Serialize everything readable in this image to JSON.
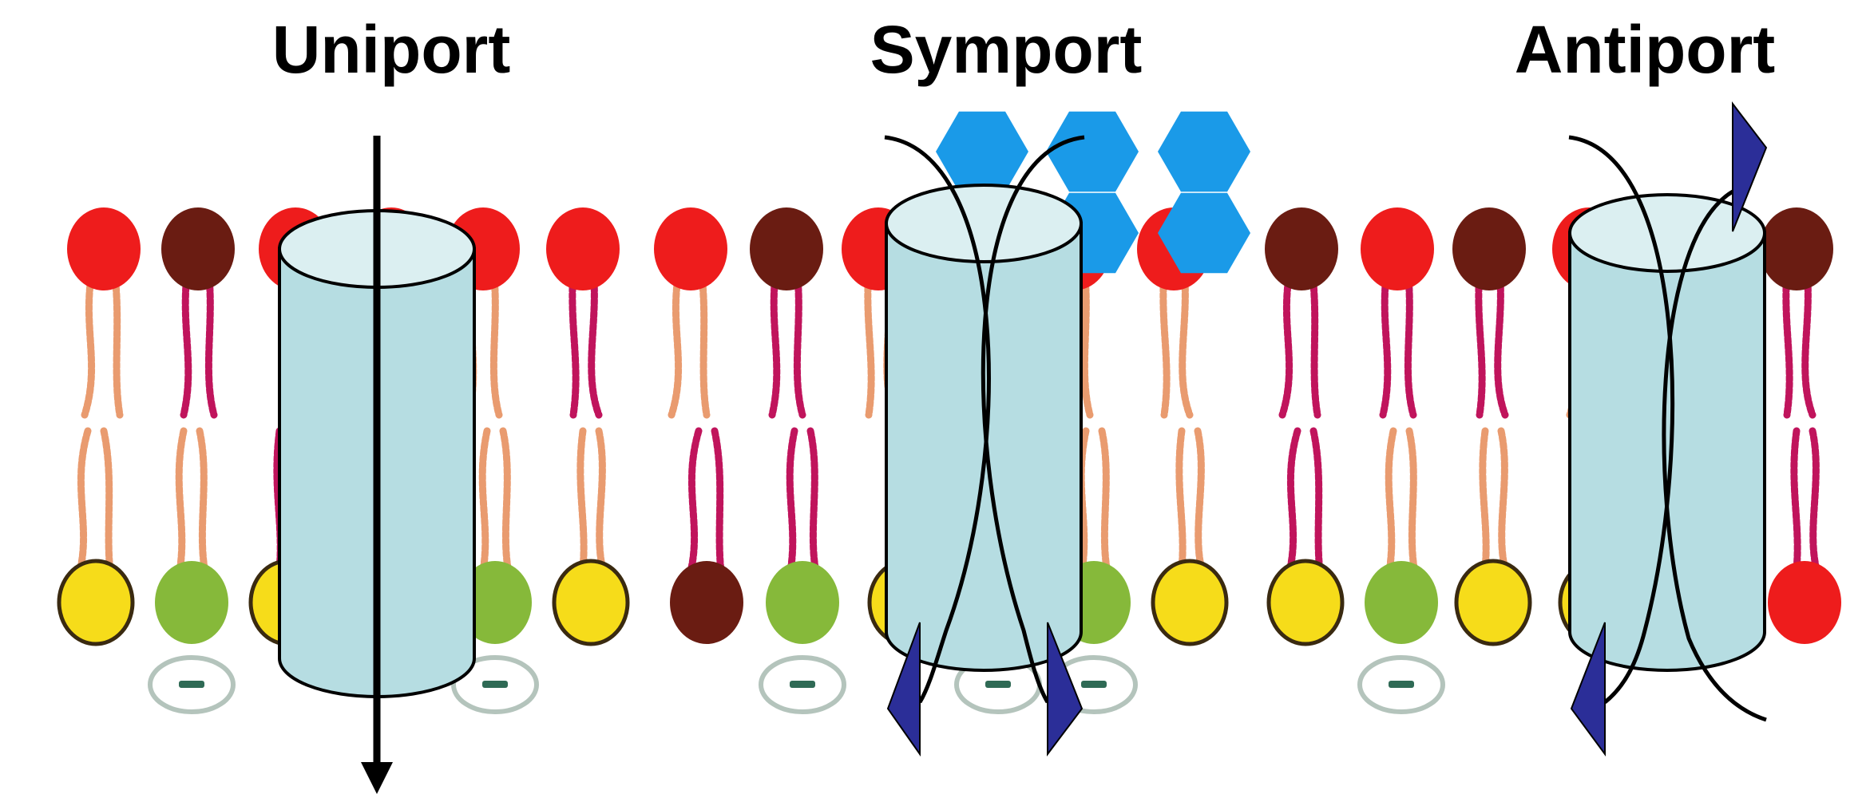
{
  "titles": {
    "uniport": "Uniport",
    "symport": "Symport",
    "antiport": "Antiport"
  },
  "colors": {
    "head_red": "#ee1c1c",
    "head_brown": "#6a1c12",
    "head_yellow": "#f6dc1a",
    "head_green": "#86b93a",
    "tail_orange": "#e99b6f",
    "tail_magenta": "#c0145c",
    "solute_blue": "#1a9ae8",
    "cylinder_fill": "#b6dde2",
    "cylinder_top": "#dbeff1",
    "arrowhead_navy": "#2b2e98",
    "charge_ring": "#b4c4bc",
    "charge_bar": "#2f6a55"
  },
  "icons": {
    "uniport": "arrow-down-icon",
    "symport": "twin-arrowheads-down-icon",
    "antiport": "opposing-arrowheads-icon",
    "charge": "minus-charge-icon"
  },
  "transport_direction": {
    "uniport": [
      "down"
    ],
    "symport": [
      "down",
      "down"
    ],
    "antiport": [
      "up",
      "down"
    ]
  }
}
